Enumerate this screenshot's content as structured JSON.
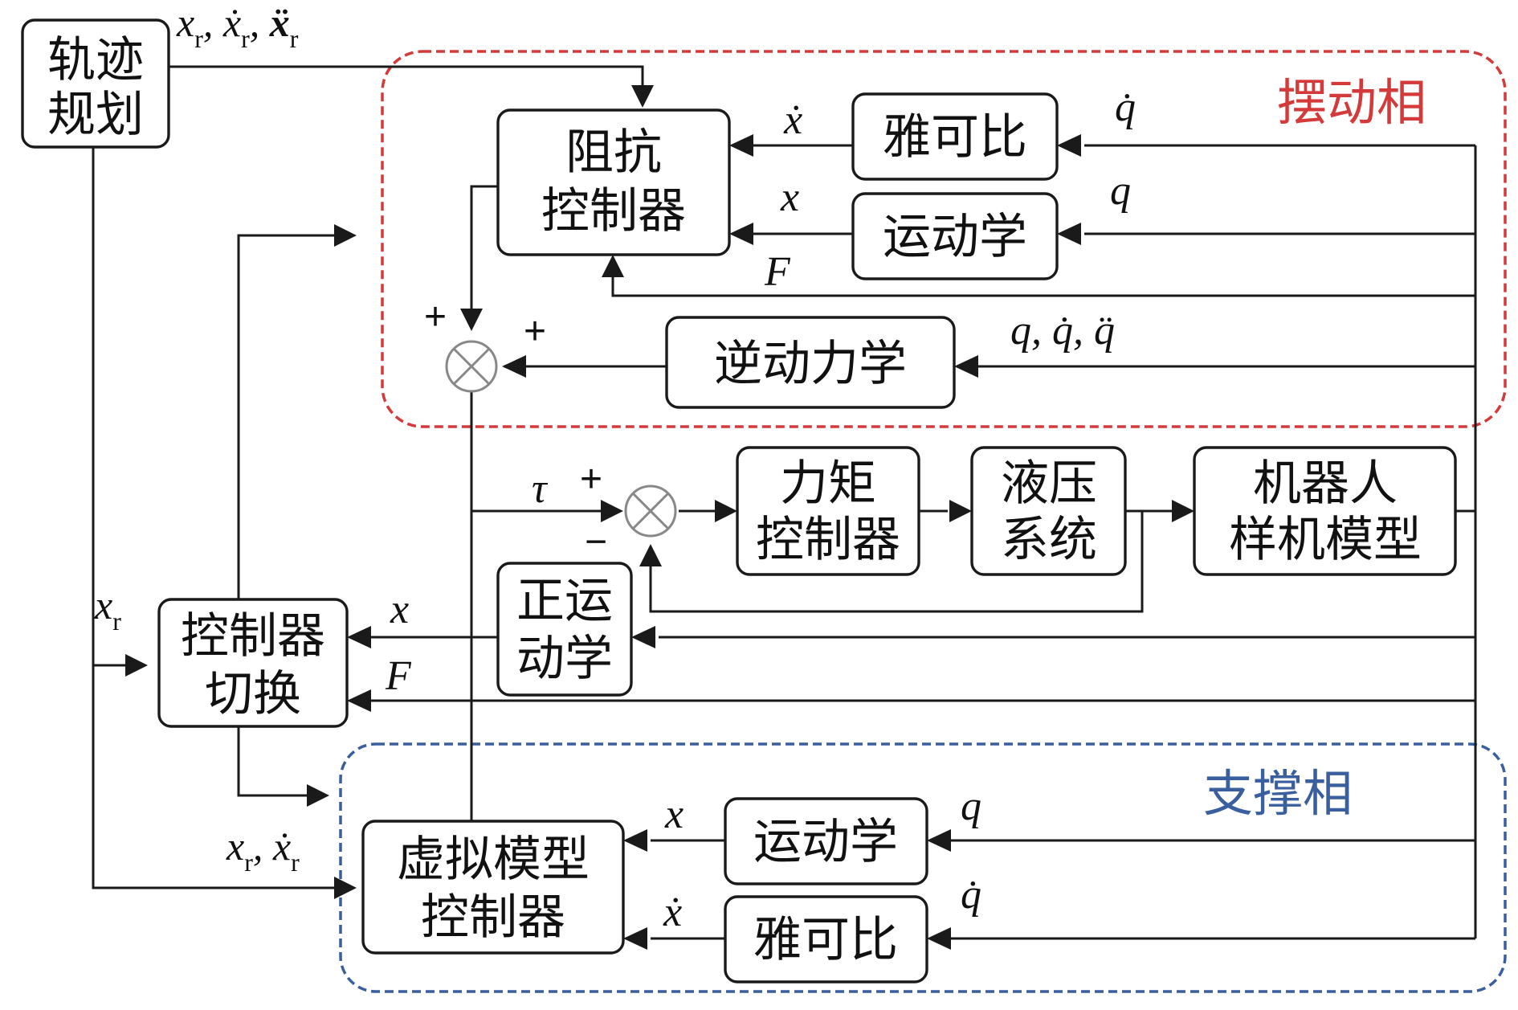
{
  "regions": {
    "swing_phase": {
      "label": "摆动相",
      "color": "#d43a3a"
    },
    "support_phase": {
      "label": "支撑相",
      "color": "#3a5f9e"
    }
  },
  "blocks": {
    "trajectory_planning": [
      "轨迹",
      "规划"
    ],
    "impedance_controller": [
      "阻抗",
      "控制器"
    ],
    "jacobian_swing": [
      "雅可比"
    ],
    "kinematics_swing": [
      "运动学"
    ],
    "inverse_dynamics": [
      "逆动力学"
    ],
    "torque_controller": [
      "力矩",
      "控制器"
    ],
    "hydraulic_system": [
      "液压",
      "系统"
    ],
    "robot_model": [
      "机器人",
      "样机模型"
    ],
    "forward_kinematics": [
      "正运",
      "动学"
    ],
    "controller_switch": [
      "控制器",
      "切换"
    ],
    "virtual_model_controller": [
      "虚拟模型",
      "控制器"
    ],
    "kinematics_support": [
      "运动学"
    ],
    "jacobian_support": [
      "雅可比"
    ]
  },
  "signals": {
    "traj_ref": "x_r, ẋ_r, ẍ_r",
    "swing_xdot": "ẋ",
    "swing_qdot": "q̇",
    "swing_x": "x",
    "swing_q": "q",
    "swing_F": "F",
    "swing_q_all": "q, q̇, q̈",
    "tau": "τ",
    "fk_x": "x",
    "fk_F": "F",
    "switch_xr": "x_r",
    "vm_ref": "x_r, ẋ_r",
    "support_x": "x",
    "support_q": "q",
    "support_xdot": "ẋ",
    "support_qdot": "q̇"
  },
  "signs": {
    "sum1_top": "+",
    "sum1_right": "+",
    "sum2_left": "+",
    "sum2_bottom": "−"
  }
}
